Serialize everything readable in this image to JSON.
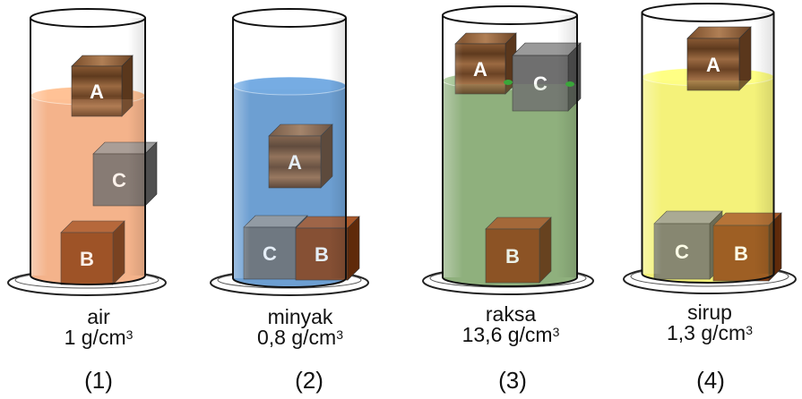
{
  "cylinders": [
    {
      "liquid": "air",
      "density": "1 g/cm",
      "density_exp": "3",
      "number": "(1)",
      "color": "#f5b48b",
      "blocks": [
        {
          "label": "A",
          "material": "wood"
        },
        {
          "label": "C",
          "material": "gray"
        },
        {
          "label": "B",
          "material": "brown"
        }
      ]
    },
    {
      "liquid": "minyak",
      "density": "0,8 g/cm",
      "density_exp": "3",
      "number": "(2)",
      "color": "#6d9fd2",
      "blocks": [
        {
          "label": "A",
          "material": "wood"
        },
        {
          "label": "C",
          "material": "gray"
        },
        {
          "label": "B",
          "material": "brown"
        }
      ]
    },
    {
      "liquid": "raksa",
      "density": "13,6 g/cm",
      "density_exp": "3",
      "number": "(3)",
      "color": "#8fb07d",
      "blocks": [
        {
          "label": "A",
          "material": "wood"
        },
        {
          "label": "C",
          "material": "gray"
        },
        {
          "label": "B",
          "material": "brown"
        }
      ]
    },
    {
      "liquid": "sirup",
      "density": "1,3 g/cm",
      "density_exp": "3",
      "number": "(4)",
      "color": "#f5f27a",
      "blocks": [
        {
          "label": "A",
          "material": "wood"
        },
        {
          "label": "C",
          "material": "gray"
        },
        {
          "label": "B",
          "material": "brown"
        }
      ]
    }
  ]
}
